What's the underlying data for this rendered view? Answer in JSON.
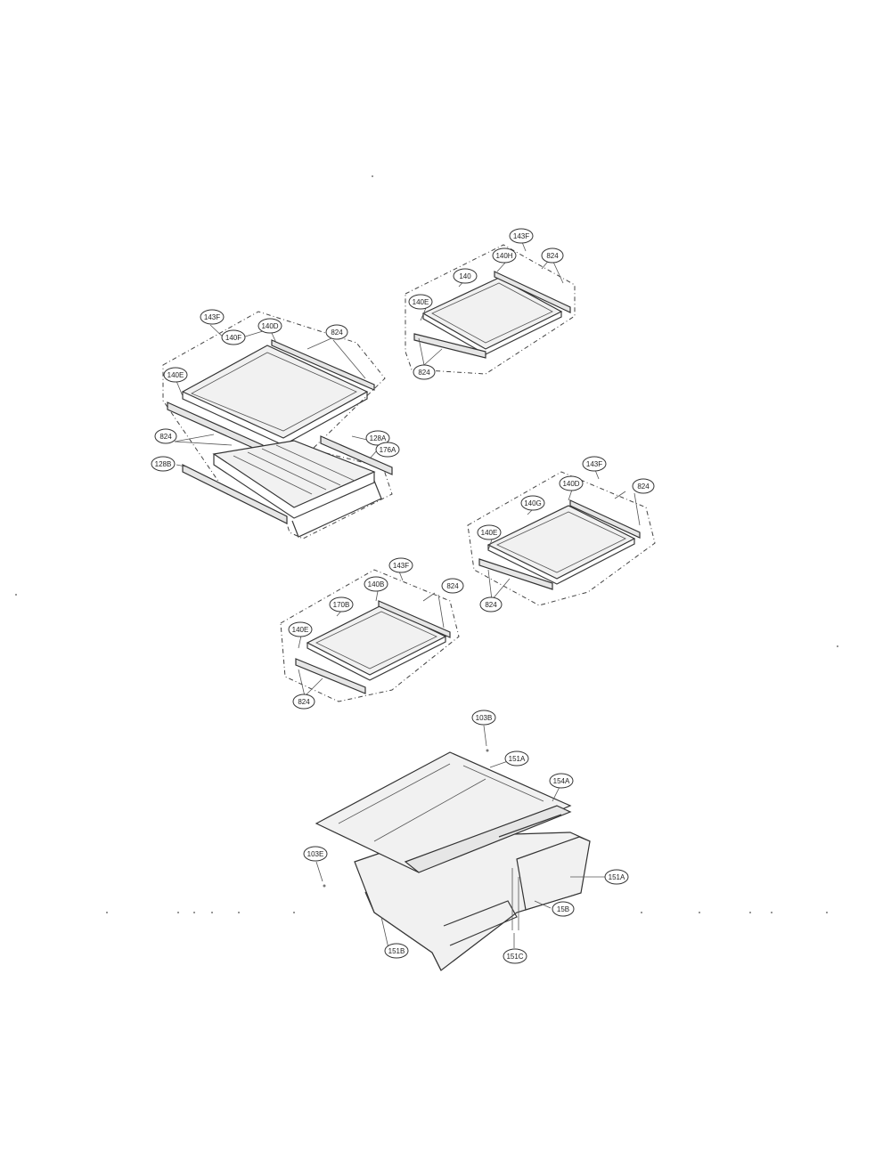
{
  "labels": {
    "s1_143F": "143F",
    "s1_140D": "140D",
    "s1_140F": "140F",
    "s1_824a": "824",
    "s1_140E": "140E",
    "s1_824b": "824",
    "s1_128A": "128A",
    "s1_128B": "128B",
    "s1_176A": "176A",
    "s2_143F": "143F",
    "s2_140H": "140H",
    "s2_824a": "824",
    "s2_140": "140",
    "s2_140E": "140E",
    "s2_824b": "824",
    "s3_143F": "143F",
    "s3_140D": "140D",
    "s3_140G": "140G",
    "s3_824a": "824",
    "s3_140E": "140E",
    "s3_824b": "824",
    "s4_143F": "143F",
    "s4_140B": "140B",
    "s4_170B": "170B",
    "s4_824a": "824",
    "s4_140E": "140E",
    "s4_824b": "824",
    "v_103B": "103B",
    "v_151A": "151A",
    "v_154A": "154A",
    "v_103E": "103E",
    "v_151A2": "151A",
    "v_15B": "15B",
    "v_151B": "151B",
    "v_151C": "151C"
  }
}
